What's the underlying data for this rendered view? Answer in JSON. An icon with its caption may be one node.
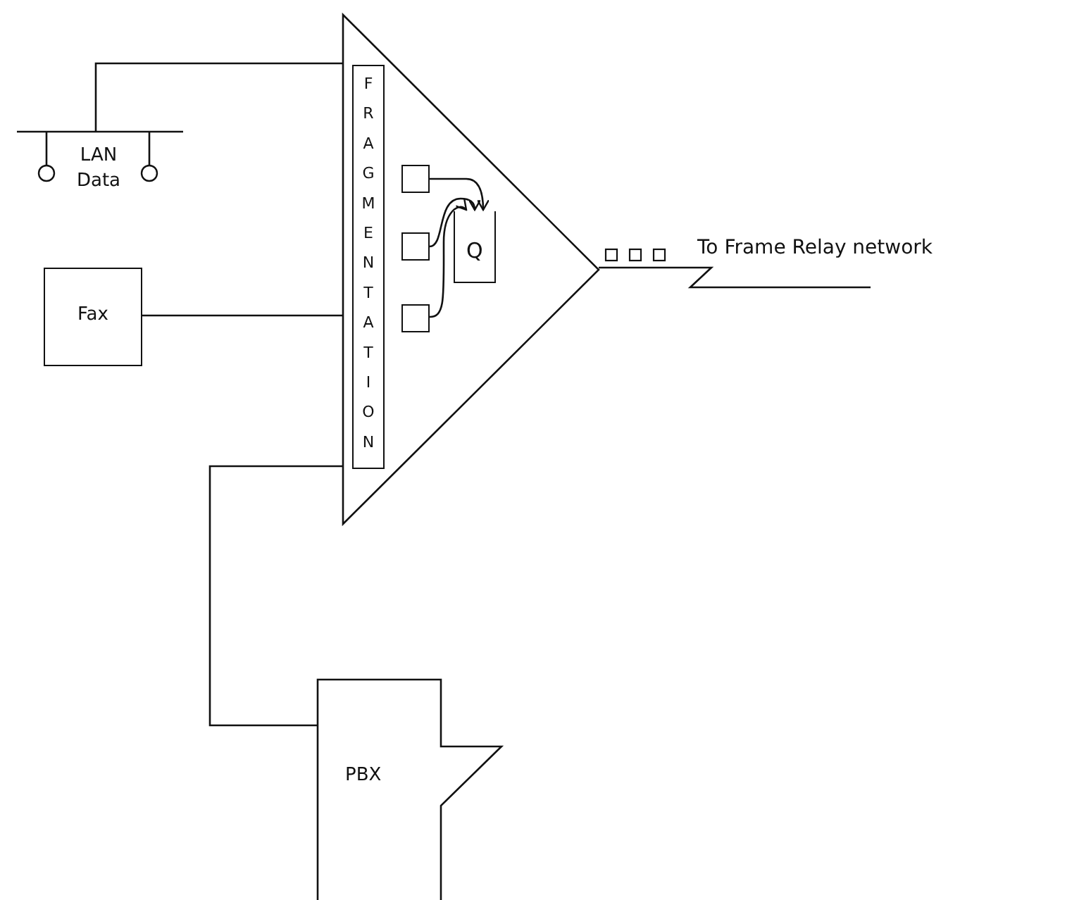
{
  "diagram": {
    "nodes": [
      {
        "text": [
          "LAN Data"
        ]
      },
      {
        "text": [
          "Fax"
        ]
      },
      {
        "text": [
          "PBX"
        ]
      },
      {
        "text": [],
        "shape": "triangle"
      },
      {
        "text": [
          "FRAGMENTATION"
        ],
        "in": 3
      },
      {
        "text": [],
        "shape": "box",
        "in": 3
      },
      {
        "text": [],
        "shape": "box",
        "in": 3
      },
      {
        "text": [],
        "shape": "box",
        "in": 3
      },
      {
        "text": [
          "Q"
        ],
        "in": 3
      }
    ],
    "edges": [
      {
        "from": 0,
        "to": 3,
        "arrow": "none"
      },
      {
        "from": 1,
        "to": 3,
        "arrow": "none"
      },
      {
        "from": 2,
        "to": 3,
        "arrow": "none"
      },
      {
        "from": 5,
        "to": 8,
        "arrow": "to"
      },
      {
        "from": 6,
        "to": 8,
        "arrow": "to"
      },
      {
        "from": 7,
        "to": 8,
        "arrow": "to"
      },
      {
        "from": 3,
        "to": null,
        "arrow": "none",
        "label": "To Frame Relay network"
      }
    ]
  }
}
